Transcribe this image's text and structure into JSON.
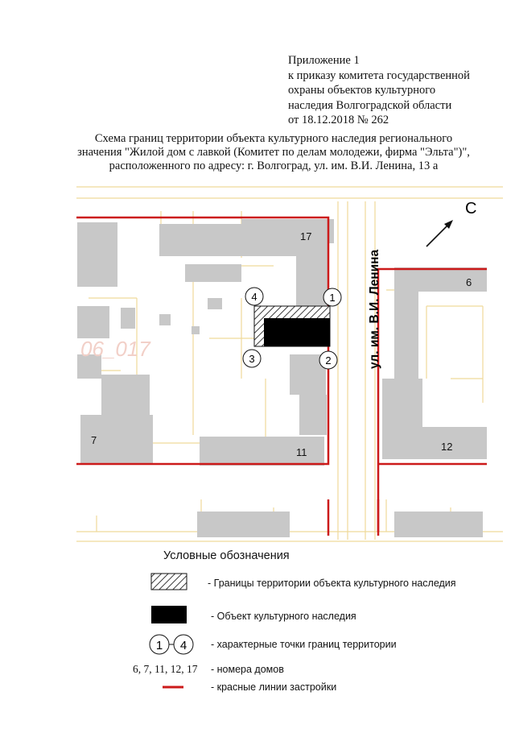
{
  "header": {
    "lines": [
      "Приложение 1",
      "к приказу комитета государственной",
      "охраны объектов культурного",
      "наследия Волгоградской области",
      "от 18.12.2018 № 262"
    ]
  },
  "title": {
    "lines": [
      "Схема границ территории объекта культурного наследия регионального",
      "значения \"Жилой дом с лавкой (Комитет по делам молодежи, фирма \"Эльта\")\",",
      "расположенного по адресу:  г. Волгоград, ул. им. В.И. Ленина, 13 а"
    ]
  },
  "map": {
    "street_label": "ул. им. В.И. Ленина",
    "north_label": "С",
    "watermark": "06_017",
    "house_numbers": [
      "17",
      "6",
      "7",
      "12",
      "11"
    ],
    "points": [
      "1",
      "2",
      "3",
      "4"
    ],
    "colors": {
      "red_line": "#cc1a1a",
      "building": "#c8c8c8",
      "road_line": "#efd99a",
      "object": "#000000"
    }
  },
  "legend": {
    "title": "Условные обозначения",
    "items": [
      {
        "symbol": "hatched-box",
        "label": "-  Границы территории объекта культурного наследия"
      },
      {
        "symbol": "black-box",
        "label": "-  Объект культурного наследия"
      },
      {
        "symbol": "points-range",
        "from": "1",
        "to": "4",
        "label": "- характерные точки границ территории"
      },
      {
        "symbol": "text",
        "text": "6, 7, 11, 12, 17",
        "label": "- номера домов"
      },
      {
        "symbol": "red-line",
        "label": "- красные линии застройки"
      }
    ]
  }
}
